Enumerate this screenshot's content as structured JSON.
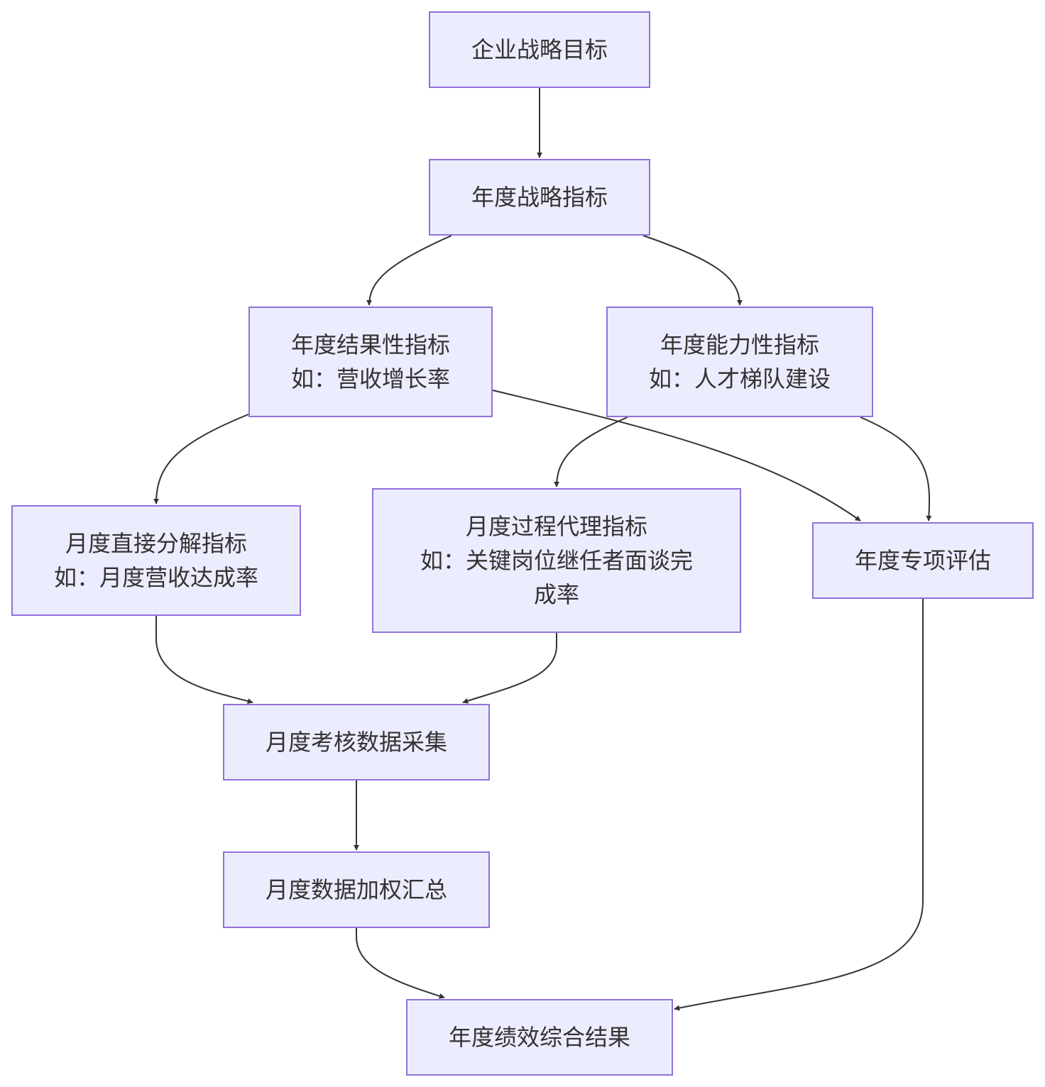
{
  "diagram": {
    "type": "flowchart",
    "colors": {
      "node_fill": "#ECECFF",
      "node_border": "#9370DB",
      "text": "#333333",
      "edge": "#333333"
    },
    "nodes": [
      {
        "id": "n1",
        "lines": [
          "企业战略目标"
        ]
      },
      {
        "id": "n2",
        "lines": [
          "年度战略指标"
        ]
      },
      {
        "id": "n3",
        "lines": [
          "年度结果性指标",
          "如：营收增长率"
        ]
      },
      {
        "id": "n4",
        "lines": [
          "年度能力性指标",
          "如：人才梯队建设"
        ]
      },
      {
        "id": "n5",
        "lines": [
          "月度直接分解指标",
          "如：月度营收达成率"
        ]
      },
      {
        "id": "n6",
        "lines": [
          "月度过程代理指标",
          "如：关键岗位继任者面谈完",
          "成率"
        ]
      },
      {
        "id": "n7",
        "lines": [
          "年度专项评估"
        ]
      },
      {
        "id": "n8",
        "lines": [
          "月度考核数据采集"
        ]
      },
      {
        "id": "n9",
        "lines": [
          "月度数据加权汇总"
        ]
      },
      {
        "id": "n10",
        "lines": [
          "年度绩效综合结果"
        ]
      }
    ],
    "edges": [
      {
        "from": "n1",
        "to": "n2"
      },
      {
        "from": "n2",
        "to": "n3"
      },
      {
        "from": "n2",
        "to": "n4"
      },
      {
        "from": "n3",
        "to": "n5"
      },
      {
        "from": "n3",
        "to": "n7"
      },
      {
        "from": "n4",
        "to": "n6"
      },
      {
        "from": "n4",
        "to": "n7"
      },
      {
        "from": "n5",
        "to": "n8"
      },
      {
        "from": "n6",
        "to": "n8"
      },
      {
        "from": "n8",
        "to": "n9"
      },
      {
        "from": "n9",
        "to": "n10"
      },
      {
        "from": "n7",
        "to": "n10"
      }
    ]
  }
}
